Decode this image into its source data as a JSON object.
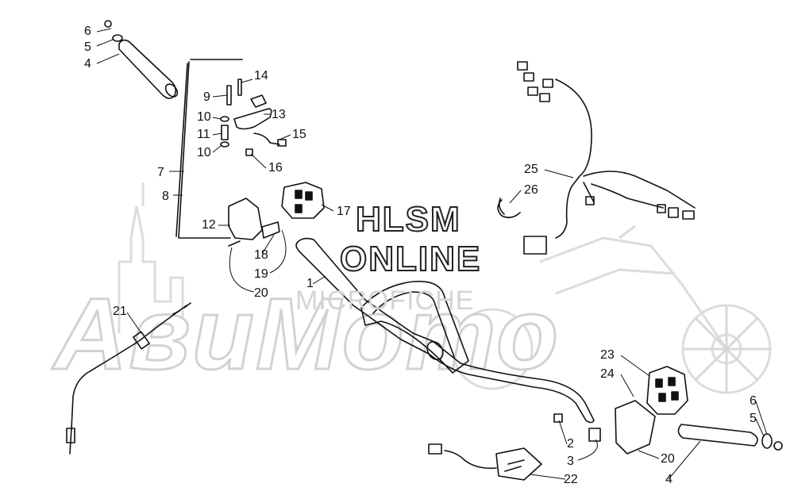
{
  "watermark": {
    "line1": "HLSM",
    "line2": "ONLINE",
    "line3": "MICROFICHE",
    "brand": "АвиМото"
  },
  "callouts": {
    "c1": "1",
    "c2": "2",
    "c3": "3",
    "c4a": "4",
    "c4b": "4",
    "c5a": "5",
    "c5b": "5",
    "c6a": "6",
    "c6b": "6",
    "c7": "7",
    "c8": "8",
    "c9": "9",
    "c10a": "10",
    "c10b": "10",
    "c11": "11",
    "c12": "12",
    "c13": "13",
    "c14": "14",
    "c15": "15",
    "c16": "16",
    "c17": "17",
    "c18": "18",
    "c19": "19",
    "c20a": "20",
    "c20b": "20",
    "c21": "21",
    "c22": "22",
    "c23": "23",
    "c24": "24",
    "c25": "25",
    "c26": "26"
  }
}
